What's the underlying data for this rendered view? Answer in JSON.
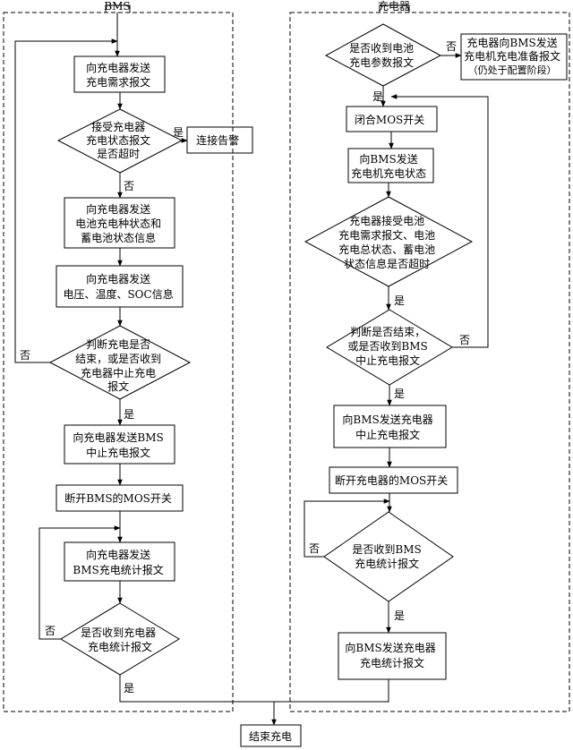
{
  "lanes": {
    "bms": "BMS",
    "charger": "充电器"
  },
  "bms": {
    "send_demand": [
      "向充电器发送",
      "充电需求报文"
    ],
    "timeout_check": [
      "接受充电器",
      "充电状态报文",
      "是否超时"
    ],
    "alarm": "连接告警",
    "send_status": [
      "向充电器发送",
      "电池充电种状态和",
      "蓄电池状态信息"
    ],
    "send_voltage": [
      "向充电器发送",
      "电压、温度、SOC信息"
    ],
    "judge_end": [
      "判断充电是否",
      "结束，或是否收到",
      "充电器中止充电",
      "报文"
    ],
    "send_stop": [
      "向充电器发送BMS",
      "中止充电报文"
    ],
    "open_mos": "断开BMS的MOS开关",
    "send_stats": [
      "向充电器发送",
      "BMS充电统计报文"
    ],
    "recv_stats": [
      "是否收到充电器",
      "充电统计报文"
    ]
  },
  "charger": {
    "recv_params": [
      "是否收到电池",
      "充电参数报文"
    ],
    "prep_msg": [
      "充电器向BMS发送",
      "充电机充电准备报文",
      "（仍处于配置阶段）"
    ],
    "close_mos": "闭合MOS开关",
    "send_state": [
      "向BMS发送",
      "充电机充电状态"
    ],
    "timeout_check": [
      "充电器接受电池",
      "充电需求报文、电池",
      "充电总状态、蓄电池",
      "状态信息是否超时"
    ],
    "judge_end": [
      "判断是否结束，",
      "或是否收到BMS",
      "中止充电报文"
    ],
    "send_stop": [
      "向BMS发送充电器",
      "中止充电报文"
    ],
    "open_mos": "断开充电器的MOS开关",
    "recv_stats": [
      "是否收到BMS",
      "充电统计报文"
    ],
    "send_stats": [
      "向BMS发送充电器",
      "充电统计报文"
    ]
  },
  "labels": {
    "yes": "是",
    "no": "否"
  },
  "end": "结束充电"
}
